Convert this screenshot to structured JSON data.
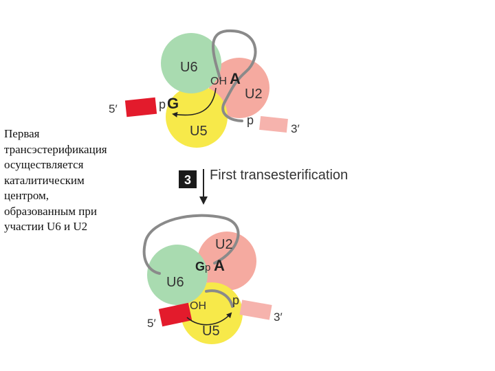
{
  "caption": {
    "lines": [
      "Первая",
      "трансэстерификация",
      "осуществляется",
      "каталитическим",
      "центром,",
      "образованным при",
      "участии U6 и U2"
    ]
  },
  "step": {
    "number": "3",
    "title": "First transesterification"
  },
  "top": {
    "u6": "U6",
    "u2": "U2",
    "u5": "U5",
    "oh": "OH",
    "a": "A",
    "pg_p": "p",
    "pg_g": "G",
    "five_prime": "5′",
    "three_prime": "3′",
    "p": "p"
  },
  "bottom": {
    "u6": "U6",
    "u2": "U2",
    "u5": "U5",
    "gp_g": "G",
    "gp_p": "p",
    "a": "A",
    "oh": "OH",
    "p": "p",
    "five_prime": "5′",
    "three_prime": "3′"
  },
  "colors": {
    "u6": "#a9dbb0",
    "u2": "#f5aaa0",
    "u5": "#f7e94a",
    "exon5": "#e31b2c",
    "exon3": "#f6b3ad",
    "loop": "#8a8a8a"
  }
}
